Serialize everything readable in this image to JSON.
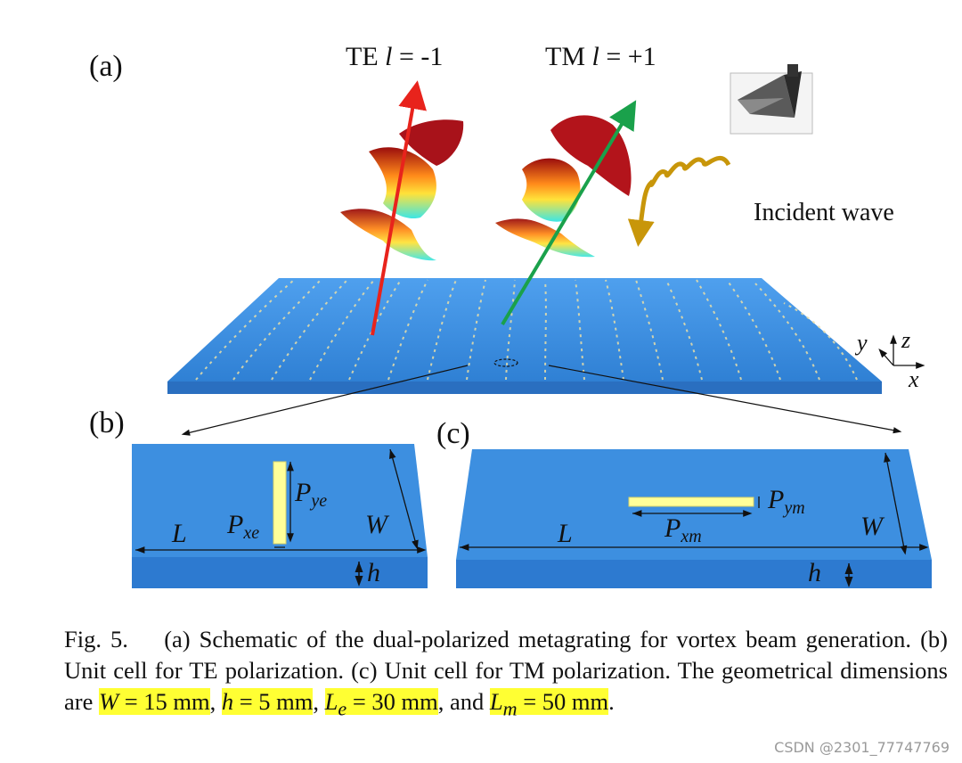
{
  "figure": {
    "panel_a": "(a)",
    "panel_b": "(b)",
    "panel_c": "(c)",
    "beam_te": {
      "prefix": "TE",
      "l_symbol": "l",
      "value": " = -1"
    },
    "beam_tm": {
      "prefix": "TM",
      "l_symbol": "l",
      "value": " = +1"
    },
    "incident_wave": "Incident wave",
    "axes": {
      "x": "x",
      "y": "y",
      "z": "z"
    },
    "te_cell": {
      "L": "L",
      "W": "W",
      "h": "h",
      "Pxe": "P",
      "Pxe_sub": "xe",
      "Pye": "P",
      "Pye_sub": "ye"
    },
    "tm_cell": {
      "L": "L",
      "W": "W",
      "h": "h",
      "Pxm": "P",
      "Pxm_sub": "xm",
      "Pym": "P",
      "Pym_sub": "ym"
    },
    "colors": {
      "substrate": "#3d8fe0",
      "strip": "#ffff99",
      "te_arrow": "#e8231c",
      "tm_arrow": "#1aa14b",
      "wave": "#c8960a"
    }
  },
  "caption": {
    "fig_label": "Fig. 5.",
    "text_1": "(a) Schematic of the dual-polarized metagrating for vortex beam generation. (b) Unit cell for TE polarization. (c) Unit cell for TM polarization. The geometrical dimensions are ",
    "w_dim": {
      "var": "W",
      "rest": " = 15 mm"
    },
    "sep1": ", ",
    "h_dim": {
      "var": "h",
      "rest": " = 5 mm"
    },
    "sep2": ", ",
    "le_dim": {
      "var": "L",
      "sub": "e",
      "rest": " = 30 mm"
    },
    "sep3": ", and ",
    "lm_dim": {
      "var": "L",
      "sub": "m",
      "rest": " = 50 mm"
    },
    "end": "."
  },
  "watermark": "CSDN @2301_77747769"
}
